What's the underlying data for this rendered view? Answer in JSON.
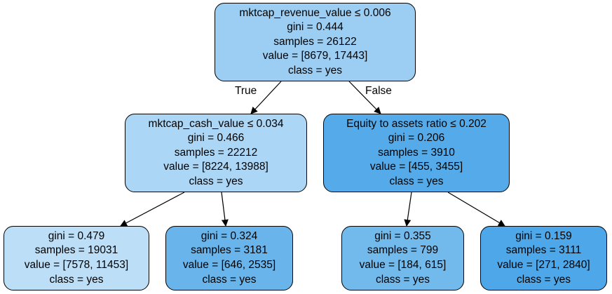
{
  "colors": {
    "border": "#000000",
    "edge": "#000000",
    "node_root": "#9ccef4",
    "node_left": "#acd6f5",
    "node_right": "#55abe9",
    "leaf_0": "#bcdef7",
    "leaf_1": "#68b4eb",
    "leaf_2": "#72b9ec",
    "leaf_3": "#4da7e8"
  },
  "tree": {
    "root": {
      "condition": "mktcap_revenue_value ≤ 0.006",
      "gini": "gini = 0.444",
      "samples": "samples = 26122",
      "value": "value = [8679, 17443]",
      "class": "class = yes"
    },
    "left": {
      "condition": "mktcap_cash_value ≤ 0.034",
      "gini": "gini = 0.466",
      "samples": "samples = 22212",
      "value": "value = [8224, 13988]",
      "class": "class = yes"
    },
    "right": {
      "condition": "Equity to assets ratio ≤ 0.202",
      "gini": "gini = 0.206",
      "samples": "samples = 3910",
      "value": "value = [455, 3455]",
      "class": "class = yes"
    },
    "leaves": [
      {
        "gini": "gini = 0.479",
        "samples": "samples = 19031",
        "value": "value = [7578, 11453]",
        "class": "class = yes"
      },
      {
        "gini": "gini = 0.324",
        "samples": "samples = 3181",
        "value": "value = [646, 2535]",
        "class": "class = yes"
      },
      {
        "gini": "gini = 0.355",
        "samples": "samples = 799",
        "value": "value = [184, 615]",
        "class": "class = yes"
      },
      {
        "gini": "gini = 0.159",
        "samples": "samples = 3111",
        "value": "value = [271, 2840]",
        "class": "class = yes"
      }
    ],
    "edge_labels": {
      "true": "True",
      "false": "False"
    }
  }
}
